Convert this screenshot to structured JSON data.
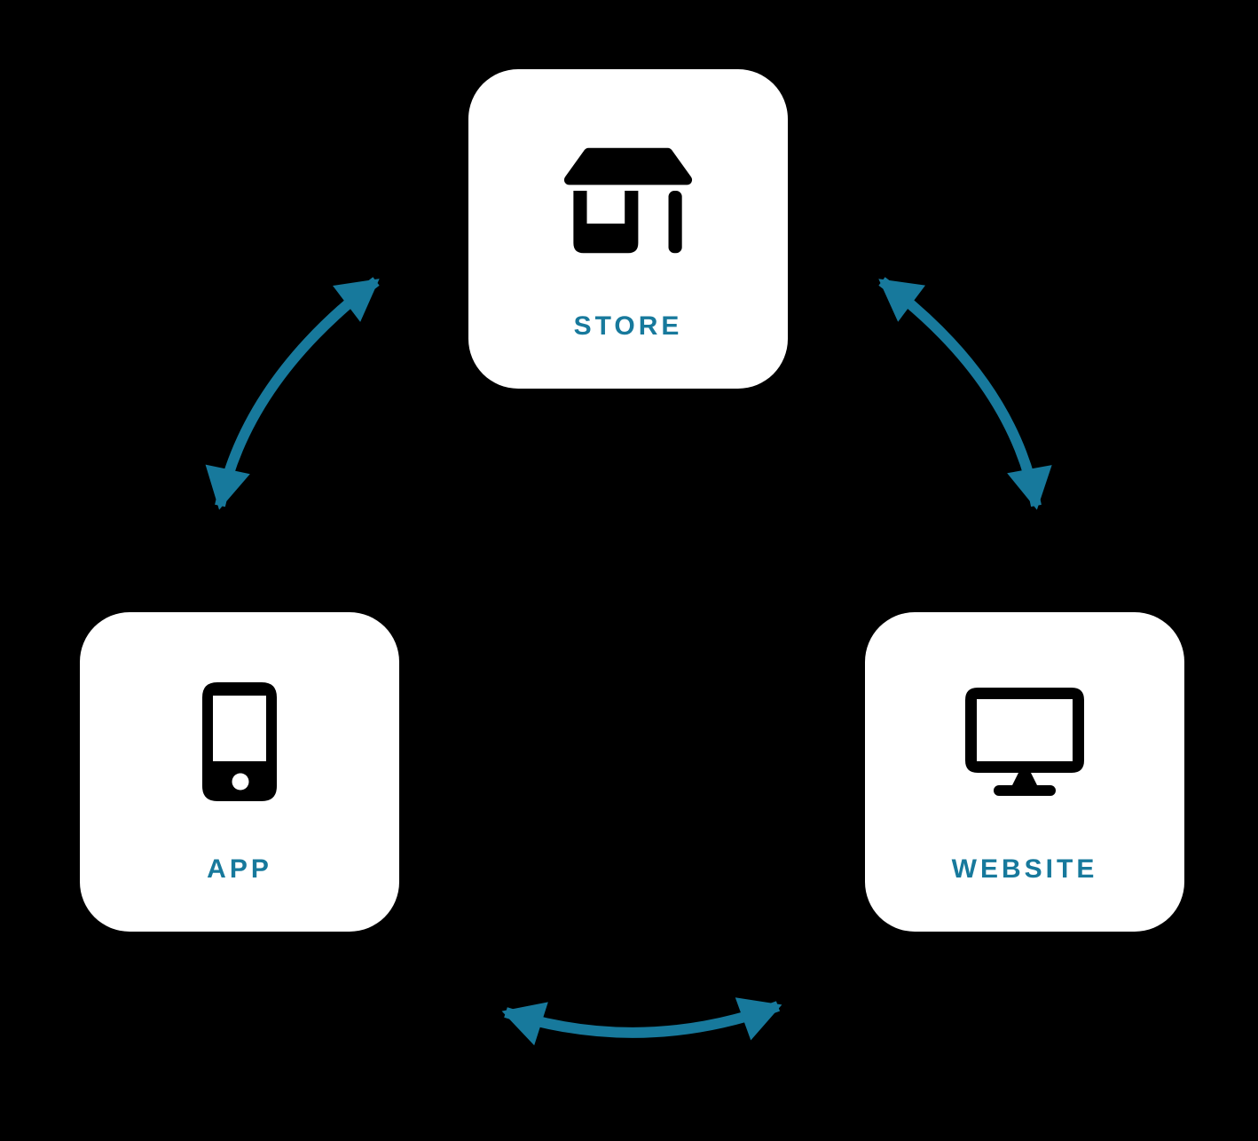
{
  "colors": {
    "background": "#000000",
    "card_background": "#ffffff",
    "accent_teal": "#17799c",
    "icon_black": "#000000"
  },
  "nodes": [
    {
      "id": "store",
      "label": "STORE",
      "icon": "storefront-icon"
    },
    {
      "id": "app",
      "label": "APP",
      "icon": "smartphone-icon"
    },
    {
      "id": "website",
      "label": "WEBSITE",
      "icon": "monitor-icon"
    }
  ],
  "edges": [
    {
      "from": "app",
      "to": "store",
      "bidirectional": true
    },
    {
      "from": "store",
      "to": "website",
      "bidirectional": true
    },
    {
      "from": "app",
      "to": "website",
      "bidirectional": true
    }
  ]
}
